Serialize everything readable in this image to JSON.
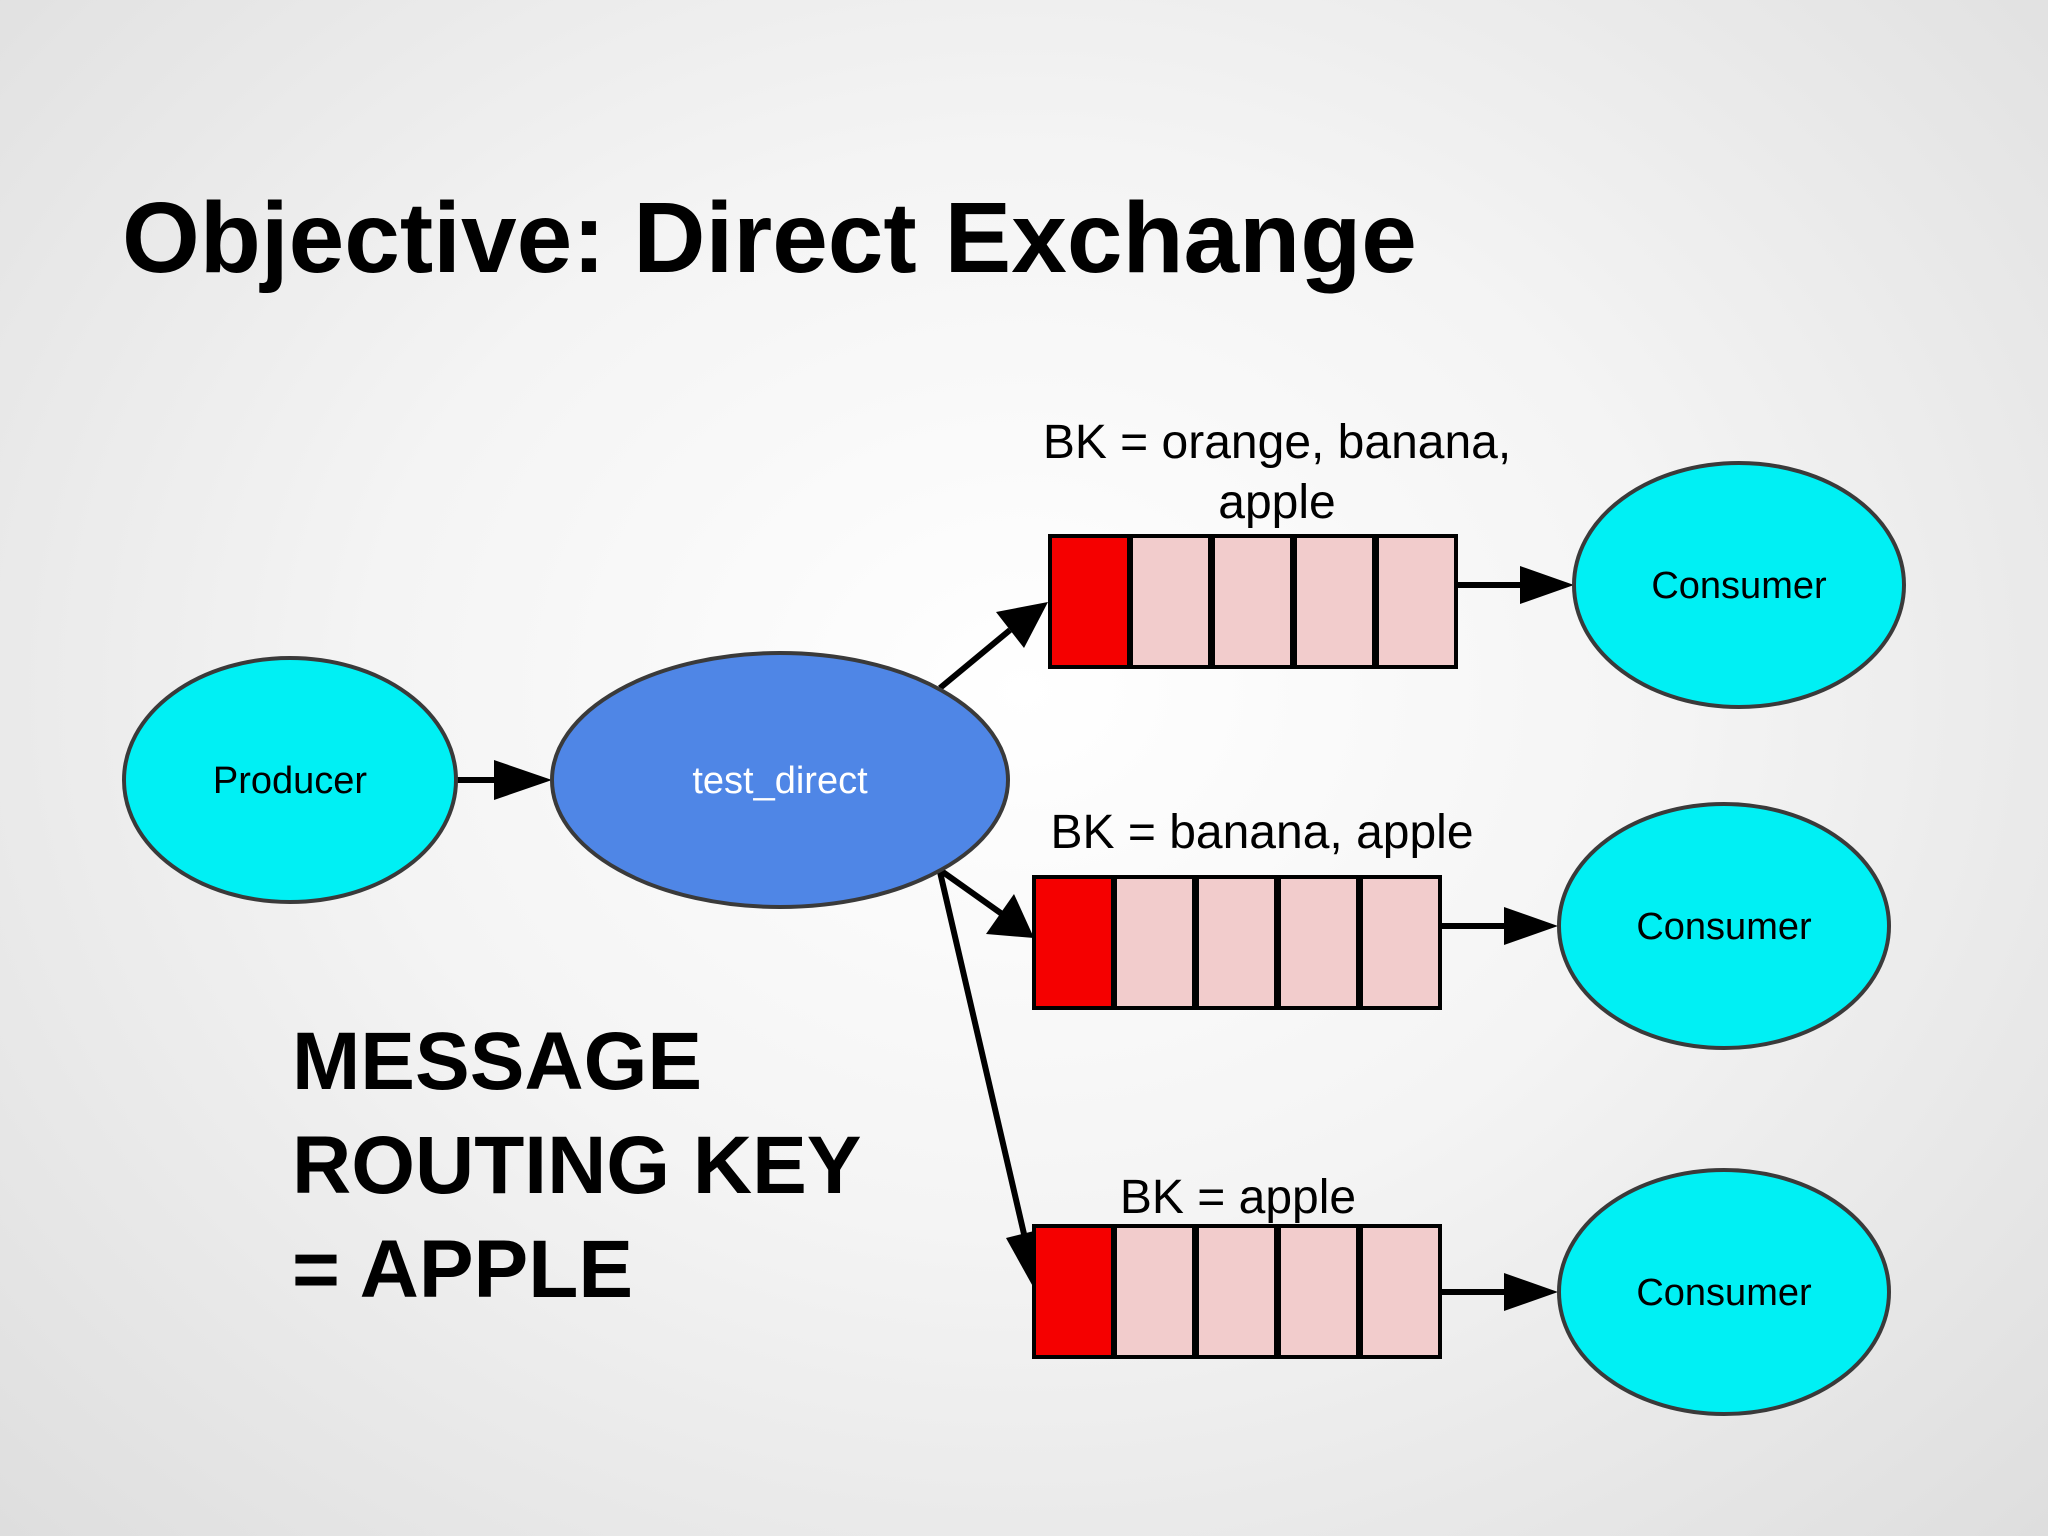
{
  "slide": {
    "title": "Objective: Direct Exchange",
    "routing_key_lines": [
      "MESSAGE",
      "ROUTING KEY",
      "= APPLE"
    ]
  },
  "diagram": {
    "producer": {
      "label": "Producer"
    },
    "exchange": {
      "label": "test_direct"
    },
    "queues": [
      {
        "binding_lines": [
          "BK = orange, banana,",
          "apple"
        ],
        "consumer_label": "Consumer"
      },
      {
        "binding_lines": [
          "BK = banana, apple"
        ],
        "consumer_label": "Consumer"
      },
      {
        "binding_lines": [
          "BK = apple"
        ],
        "consumer_label": "Consumer"
      }
    ]
  },
  "colors": {
    "producer_consumer_fill": "#00f0f4",
    "exchange_fill": "#4f86e6",
    "queue_head_fill": "#f50000",
    "queue_cell_fill": "#f2cccc",
    "stroke": "#3a3a3a",
    "arrow": "#000000"
  }
}
